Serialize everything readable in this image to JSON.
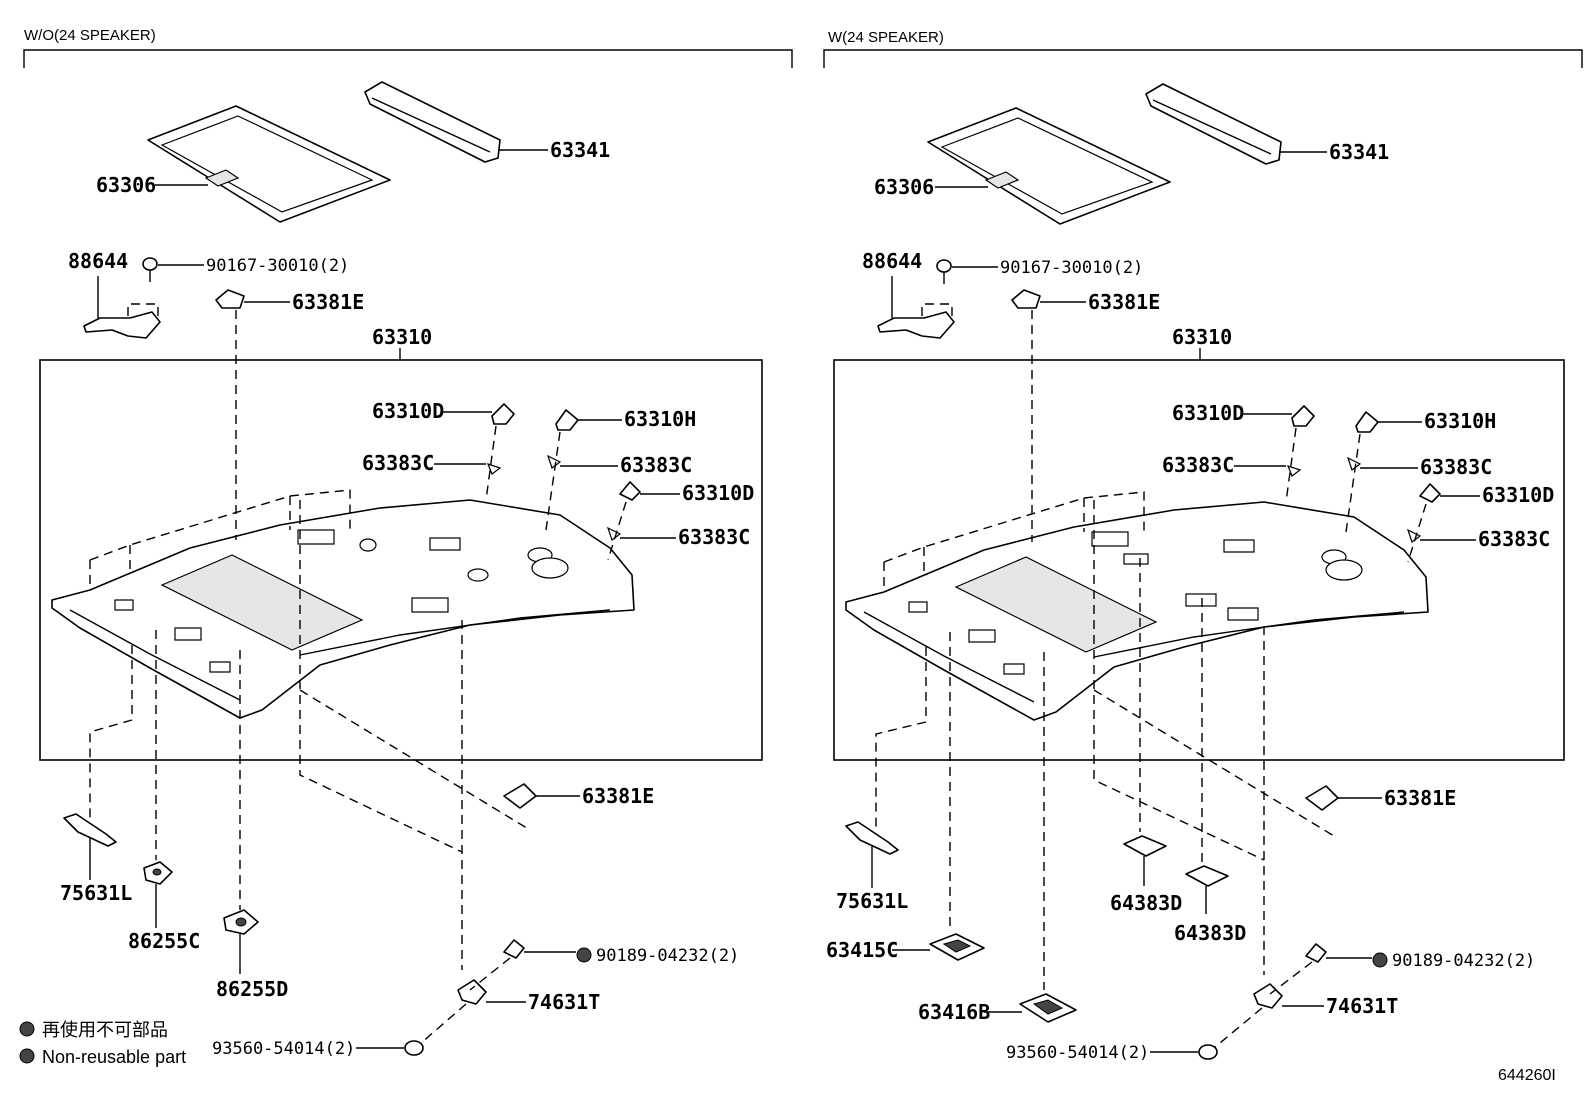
{
  "left": {
    "condition": "W/O(24 SPEAKER)",
    "parts": {
      "p63341": "63341",
      "p63306": "63306",
      "p88644": "88644",
      "p90167": "90167-30010(2)",
      "p63381E_top": "63381E",
      "p63310": "63310",
      "p63310D_a": "63310D",
      "p63310H": "63310H",
      "p63383C_a": "63383C",
      "p63383C_b": "63383C",
      "p63310D_b": "63310D",
      "p63383C_c": "63383C",
      "p63381E_low": "63381E",
      "p75631L": "75631L",
      "p86255C": "86255C",
      "p86255D": "86255D",
      "p90189": "90189-04232(2)",
      "p74631T": "74631T",
      "p93560": "93560-54014(2)"
    }
  },
  "right": {
    "condition": "W(24 SPEAKER)",
    "parts": {
      "p63341": "63341",
      "p63306": "63306",
      "p88644": "88644",
      "p90167": "90167-30010(2)",
      "p63381E_top": "63381E",
      "p63310": "63310",
      "p63310D_a": "63310D",
      "p63310H": "63310H",
      "p63383C_a": "63383C",
      "p63383C_b": "63383C",
      "p63310D_b": "63310D",
      "p63383C_c": "63383C",
      "p63381E_low": "63381E",
      "p75631L": "75631L",
      "p64383D_a": "64383D",
      "p64383D_b": "64383D",
      "p63415C": "63415C",
      "p63416B": "63416B",
      "p90189": "90189-04232(2)",
      "p74631T": "74631T",
      "p93560": "93560-54014(2)"
    }
  },
  "legend": {
    "japanese": "再使用不可部品",
    "english": "Non-reusable part"
  },
  "reference_code": "644260I"
}
